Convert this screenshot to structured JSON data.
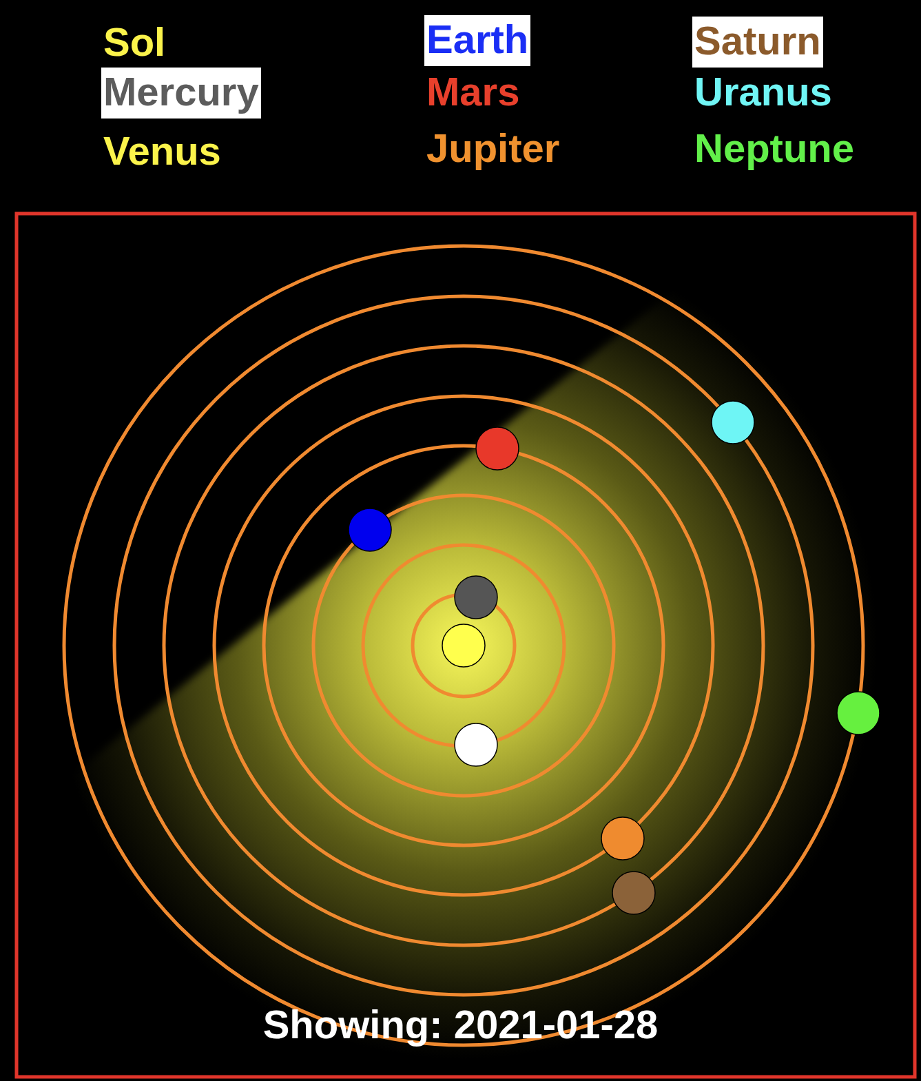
{
  "diagram": {
    "caption": "Showing: 2021-01-28",
    "legend": [
      {
        "text": "Sol",
        "color": "#fbf34b"
      },
      {
        "text": "Mercury",
        "color": "#5c5c5c"
      },
      {
        "text": "Venus",
        "color": "#fbf34b"
      },
      {
        "text": "Earth",
        "color": "#1a2ef5"
      },
      {
        "text": "Mars",
        "color": "#e8402c"
      },
      {
        "text": "Jupiter",
        "color": "#f0922f"
      },
      {
        "text": "Saturn",
        "color": "#8b5a2b"
      },
      {
        "text": "Uranus",
        "color": "#70f5f5"
      },
      {
        "text": "Neptune",
        "color": "#62f04a"
      }
    ]
  }
}
